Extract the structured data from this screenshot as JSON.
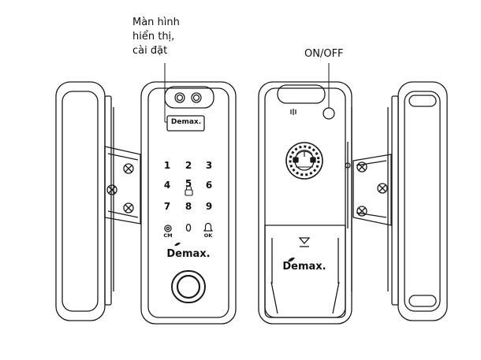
{
  "annotations": {
    "display_settings": [
      "Màn hình",
      "hiển thị,",
      "cài đặt"
    ],
    "power": "ON/OFF"
  },
  "brand": "Demax.",
  "keypad": {
    "keys": [
      "1",
      "2",
      "3",
      "4",
      "5",
      "6",
      "7",
      "8",
      "9"
    ],
    "left_key_label": "CM",
    "right_key_label": "OK"
  },
  "colors": {
    "line": "#1a1a1a",
    "background": "#ffffff"
  }
}
